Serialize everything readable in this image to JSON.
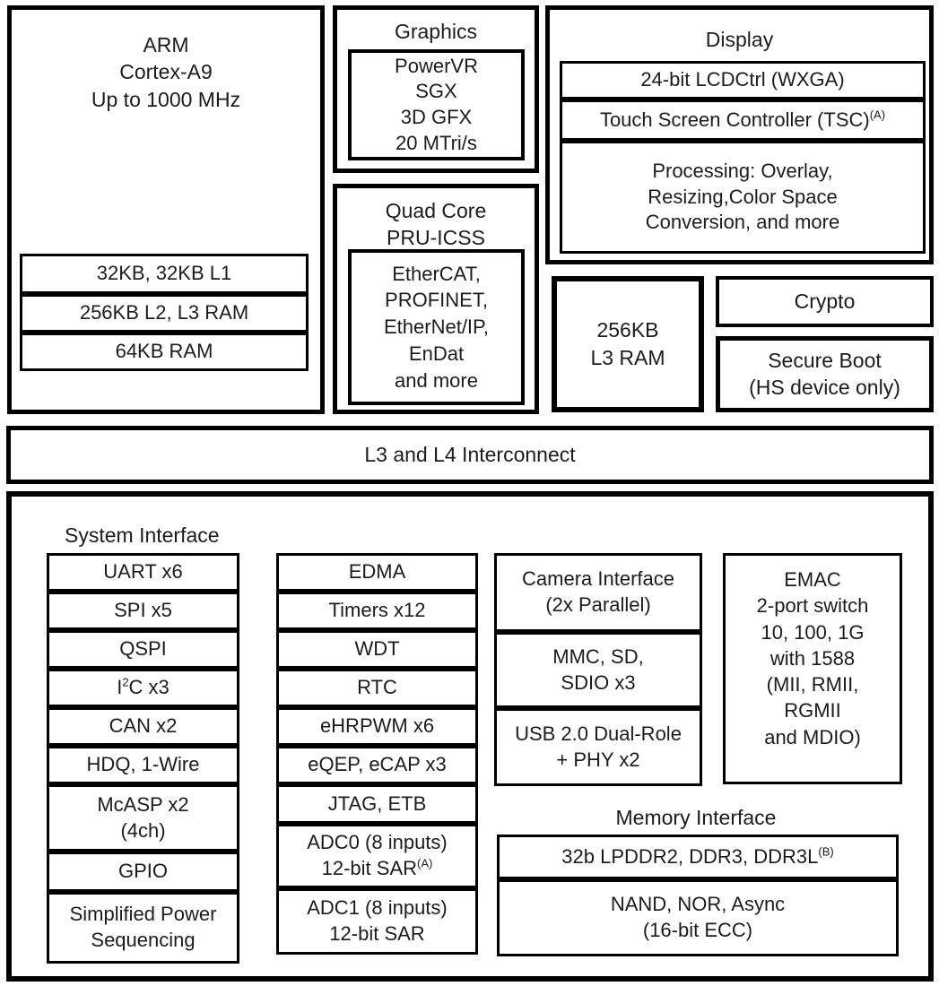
{
  "arm": {
    "title": "ARM\nCortex-A9\nUp to 1000 MHz",
    "rows": [
      "32KB, 32KB L1",
      "256KB L2, L3 RAM",
      "64KB RAM"
    ]
  },
  "graphics": {
    "title": "Graphics",
    "body": "PowerVR\nSGX\n3D GFX\n20 MTri/s"
  },
  "pru": {
    "title": "Quad Core\nPRU-ICSS",
    "body": "EtherCAT,\nPROFINET,\nEtherNet/IP,\nEnDat\nand more"
  },
  "display": {
    "title": "Display",
    "rows": {
      "lcd": "24-bit LCDCtrl (WXGA)",
      "tsc": {
        "label": "Touch Screen Controller (TSC)",
        "sup": "(A)"
      },
      "processing": "Processing: Overlay,\nResizing,Color Space\nConversion, and more"
    }
  },
  "sram": {
    "label": "256KB\nL3 RAM"
  },
  "crypto": {
    "label": "Crypto"
  },
  "secure": {
    "label": "Secure Boot\n(HS device only)"
  },
  "interconnect": {
    "label": "L3 and L4 Interconnect"
  },
  "system": {
    "title": "System Interface",
    "col1": [
      "UART x6",
      "SPI x5",
      "QSPI",
      {
        "pre": "I",
        "sup": "2",
        "post": "C x3"
      },
      "CAN x2",
      "HDQ, 1-Wire",
      "McASP x2\n(4ch)",
      "GPIO",
      "Simplified Power\nSequencing"
    ],
    "col2": [
      "EDMA",
      "Timers x12",
      "WDT",
      "RTC",
      "eHRPWM x6",
      "eQEP, eCAP x3",
      "JTAG, ETB",
      {
        "line1": "ADC0 (8 inputs)",
        "line2": "12-bit SAR",
        "sup": "(A)"
      },
      "ADC1 (8 inputs)\n12-bit SAR"
    ],
    "col3": [
      "Camera Interface\n(2x Parallel)",
      "MMC, SD,\nSDIO x3",
      "USB 2.0 Dual-Role\n+ PHY x2"
    ],
    "emac": "EMAC\n2-port switch\n10, 100, 1G\nwith 1588\n(MII, RMII,\nRGMII\nand MDIO)"
  },
  "memory": {
    "title": "Memory Interface",
    "row1": {
      "label": "32b LPDDR2, DDR3, DDR3L",
      "sup": "(B)"
    },
    "row2": "NAND, NOR, Async\n(16-bit ECC)"
  }
}
